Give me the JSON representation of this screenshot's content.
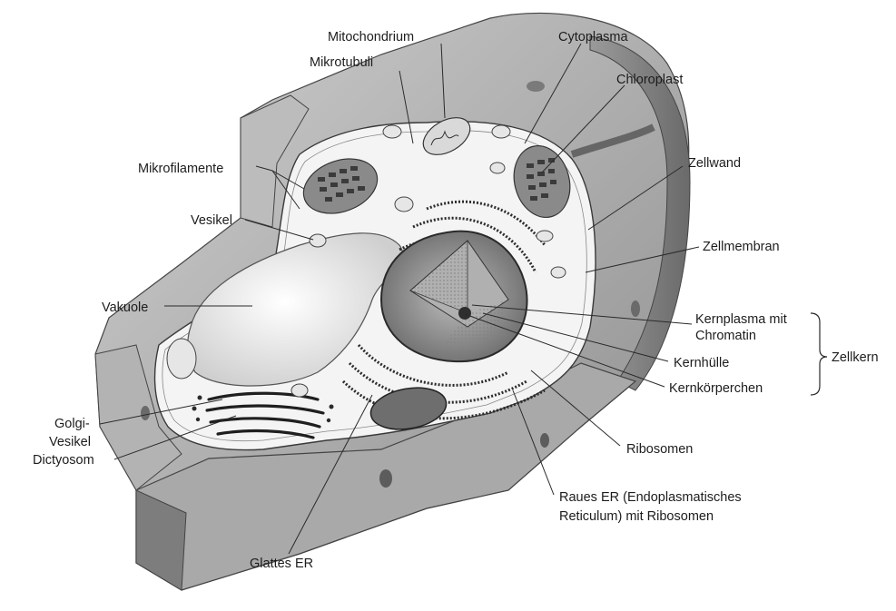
{
  "labels": {
    "mitochondrium": "Mitochondrium",
    "mikrotubuli": "Mikrotubuli",
    "cytoplasma": "Cytoplasma",
    "chloroplast": "Chloroplast",
    "mikrofilamente": "Mikrofilamente",
    "zellwand": "Zellwand",
    "vesikel": "Vesikel",
    "zellmembran": "Zellmembran",
    "vakuole": "Vakuole",
    "kernplasma_line1": "Kernplasma mit",
    "kernplasma_line2": "Chromatin",
    "kernhuelle": "Kernhülle",
    "zellkern": "Zellkern",
    "kernkoerperchen": "Kernkörperchen",
    "golgi_line1": "Golgi-",
    "golgi_line2": "Vesikel",
    "dictyosom": "Dictyosom",
    "ribosomen": "Ribosomen",
    "raues_er_line1": "Raues ER (Endoplasmatisches",
    "raues_er_line2": "Reticulum) mit Ribosomen",
    "glattes_er": "Glattes ER"
  }
}
